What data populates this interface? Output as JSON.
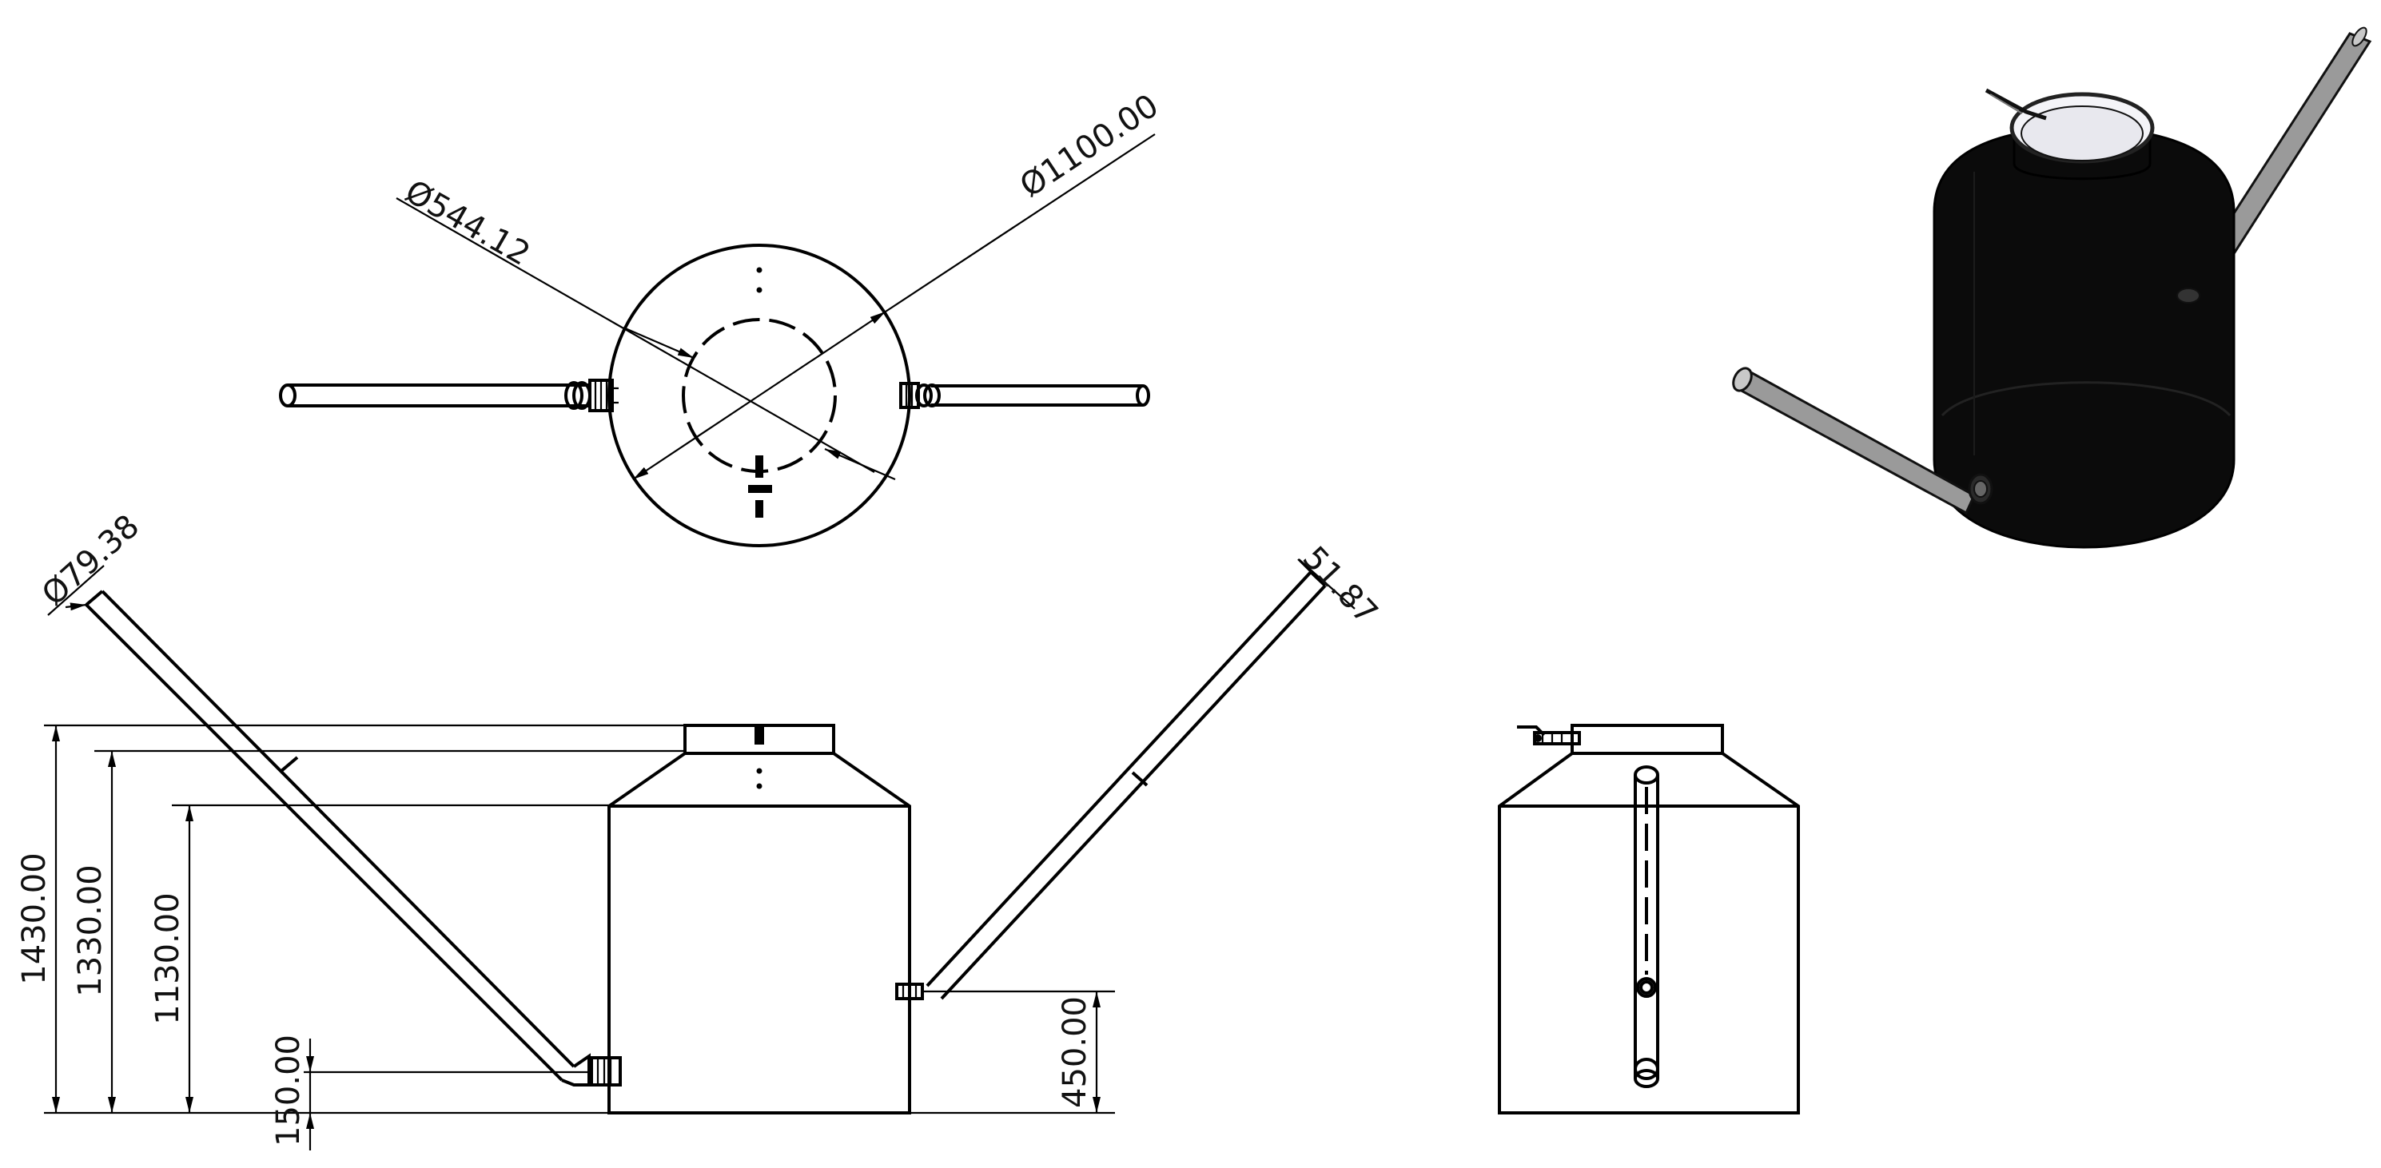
{
  "top_view": {
    "dims": {
      "inner_diameter": "Ø544.12",
      "outer_diameter": "Ø1100.00"
    }
  },
  "front_view": {
    "dims": {
      "pipe_diameter": "Ø79.38",
      "pipe_size_right": "51.87",
      "total_height": "1430.00",
      "shoulder_height": "1330.00",
      "body_height": "1130.00",
      "outlet_height": "150.00",
      "inlet_height": "450.00"
    }
  },
  "side_view": {},
  "iso_view": {
    "colors": {
      "tank_body": "#0b0b0b",
      "pipe": "#9a9a9a",
      "opening": "#f4f4f8"
    }
  }
}
